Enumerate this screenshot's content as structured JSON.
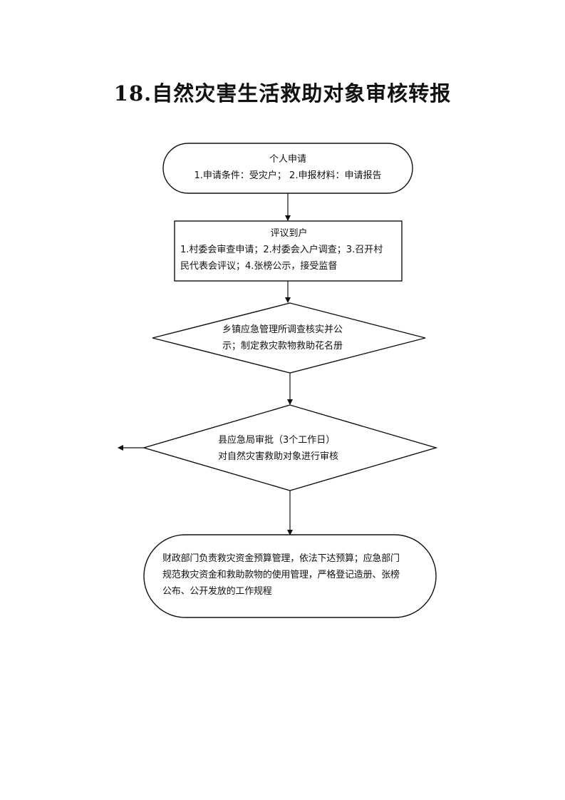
{
  "title": "18.自然灾害生活救助对象审核转报",
  "nodes": {
    "apply": {
      "line1": "个人申请",
      "line2": "1.申请条件：受灾户；  2.申报材料：申请报告"
    },
    "review": {
      "line1": "评议到户",
      "line2": "1.村委会审查申请；2.村委会入户调查；3.召开村",
      "line3": "民代表会评议；4.张榜公示，接受监督"
    },
    "township": {
      "line1": "乡镇应急管理所调查核实并公",
      "line2": "示；制定救灾款物救助花名册"
    },
    "county": {
      "line1": "县应急局审批（3个工作日）",
      "line2": "对自然灾害救助对象进行审核"
    },
    "finance": {
      "line1": "财政部门负责救灾资金预算管理，依法下达预算；应急部门",
      "line2": "规范救灾资金和救助款物的使用管理，严格登记造册、张榜",
      "line3": "公布、公开发放的工作规程"
    }
  }
}
